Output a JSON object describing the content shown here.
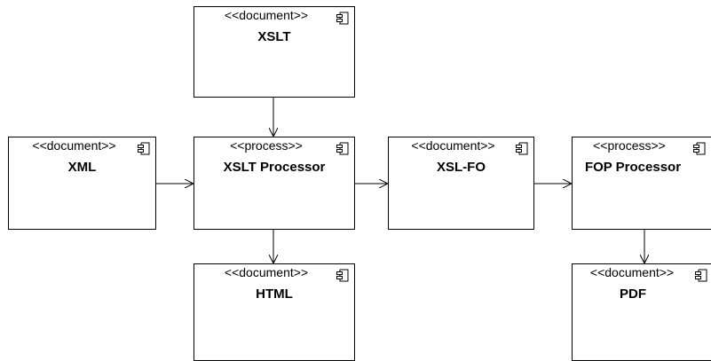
{
  "stereotypes": {
    "document": "<<document>>",
    "process": "<<process>>"
  },
  "nodes": {
    "xslt": {
      "stereotype": "<<document>>",
      "name": "XSLT"
    },
    "xml": {
      "stereotype": "<<document>>",
      "name": "XML"
    },
    "xslt_processor": {
      "stereotype": "<<process>>",
      "name": "XSLT Processor"
    },
    "xsl_fo": {
      "stereotype": "<<document>>",
      "name": "XSL-FO"
    },
    "fop_processor": {
      "stereotype": "<<process>>",
      "name": "FOP Processor"
    },
    "html": {
      "stereotype": "<<document>>",
      "name": "HTML"
    },
    "pdf": {
      "stereotype": "<<document>>",
      "name": "PDF"
    }
  },
  "edges": [
    {
      "from": "XSLT",
      "to": "XSLT Processor"
    },
    {
      "from": "XML",
      "to": "XSLT Processor"
    },
    {
      "from": "XSLT Processor",
      "to": "XSL-FO"
    },
    {
      "from": "XSL-FO",
      "to": "FOP Processor"
    },
    {
      "from": "XSLT Processor",
      "to": "HTML"
    },
    {
      "from": "FOP Processor",
      "to": "PDF"
    }
  ],
  "icon": "uml-component-icon",
  "colors": {
    "line": "#000000",
    "background": "#ffffff"
  }
}
